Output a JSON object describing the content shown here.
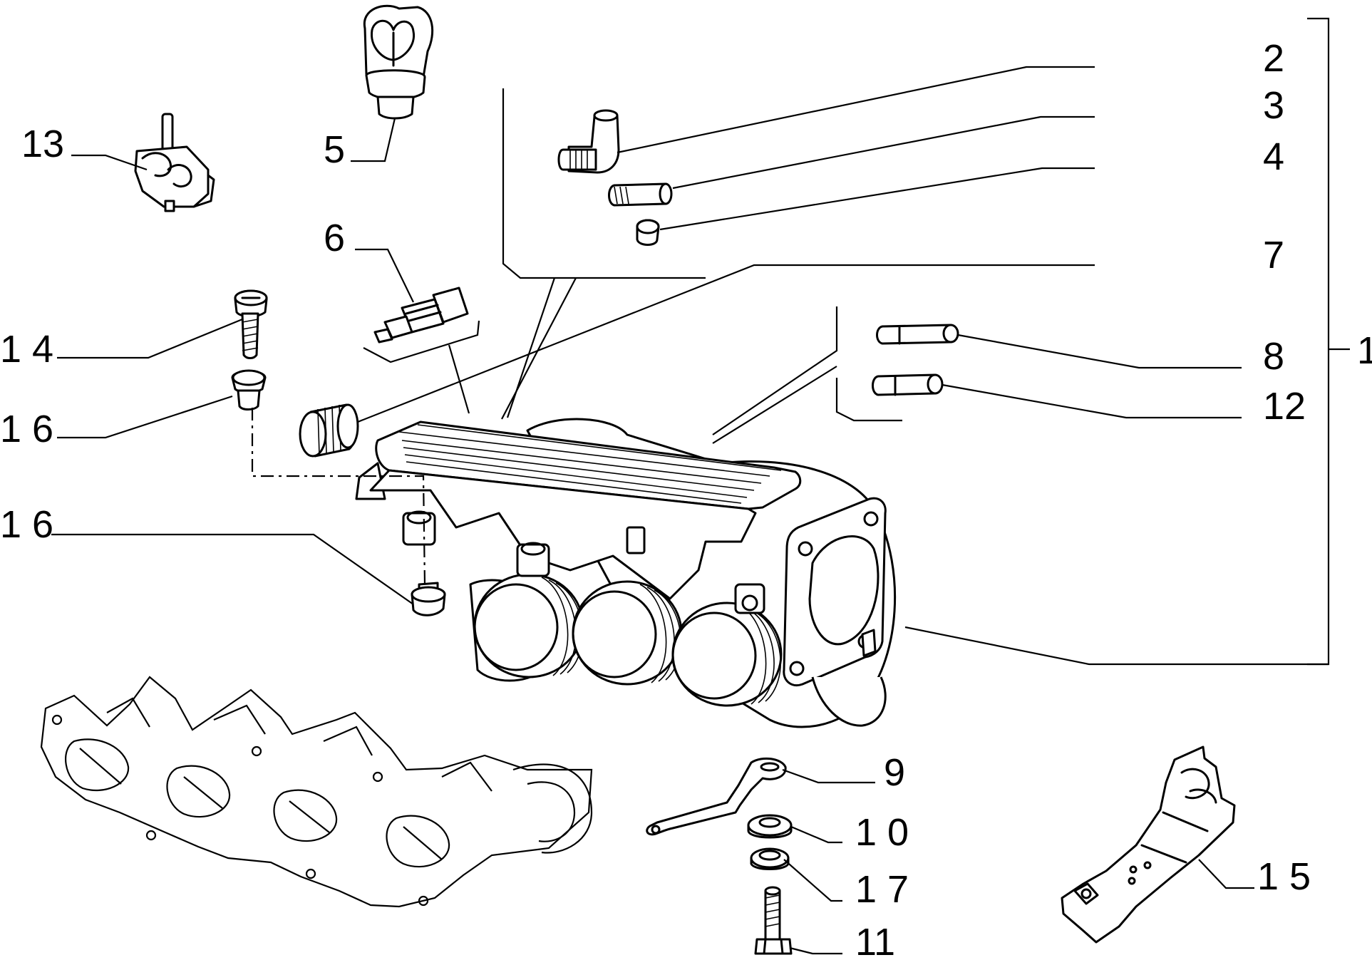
{
  "diagram": {
    "callouts": [
      {
        "id": "c1",
        "label": "1"
      },
      {
        "id": "c2",
        "label": "2"
      },
      {
        "id": "c3",
        "label": "3"
      },
      {
        "id": "c4",
        "label": "4"
      },
      {
        "id": "c5",
        "label": "5"
      },
      {
        "id": "c6",
        "label": "6"
      },
      {
        "id": "c7",
        "label": "7"
      },
      {
        "id": "c8",
        "label": "8"
      },
      {
        "id": "c9",
        "label": "9"
      },
      {
        "id": "c10",
        "label": "1 0"
      },
      {
        "id": "c11",
        "label": "11"
      },
      {
        "id": "c12",
        "label": "12"
      },
      {
        "id": "c13",
        "label": "13"
      },
      {
        "id": "c14",
        "label": "1 4"
      },
      {
        "id": "c15",
        "label": "1 5"
      },
      {
        "id": "c16a",
        "label": "1 6"
      },
      {
        "id": "c16b",
        "label": "1 6"
      },
      {
        "id": "c17",
        "label": "1 7"
      }
    ]
  }
}
